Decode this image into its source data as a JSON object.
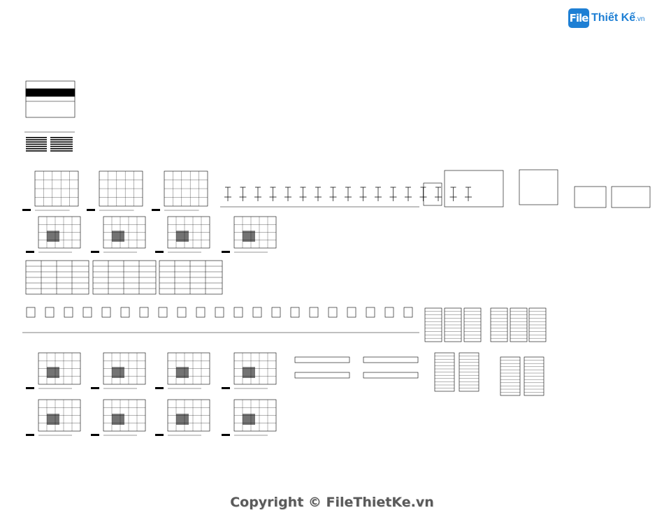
{
  "watermark": {
    "logo_mark": "File",
    "logo_text": "Thiết Kế",
    "logo_suffix": ".vn",
    "copyright": "Copyright © FileThietKe.vn"
  },
  "colors": {
    "brand": "#1e7fd4",
    "ink": "#000000",
    "watermark_text": "#5a5a5a"
  }
}
